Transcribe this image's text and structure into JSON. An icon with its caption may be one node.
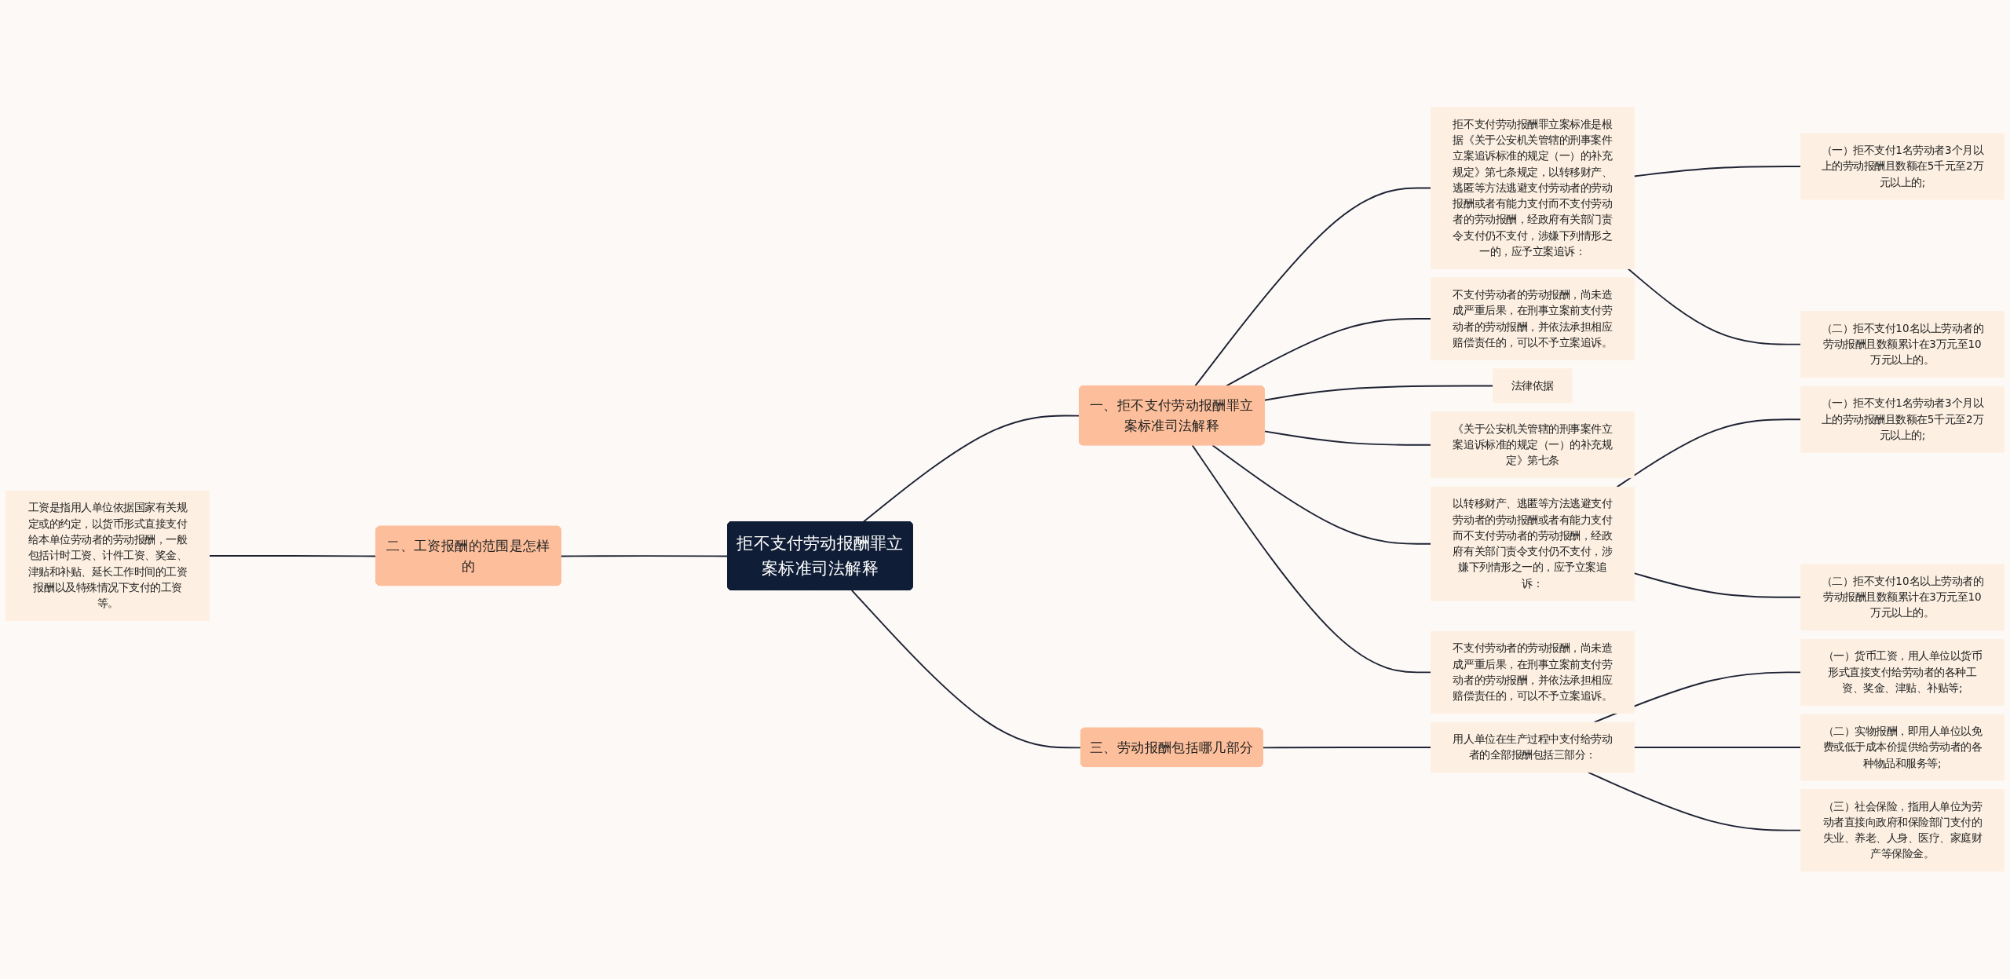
{
  "diagram": {
    "nodes": [
      {
        "text": [
          "拒不支付劳动报酬罪立案标准司法解释"
        ]
      },
      {
        "text": [
          "一、拒不支付劳动报酬罪立案标准司法解释"
        ]
      },
      {
        "text": [
          "拒不支付劳动报酬罪立案标准是根据《关于公安机关管辖的刑事案件立案追诉标准的规定（一）的补充规定》第七条规定，以转移财产、逃匿等方法逃避支付劳动者的劳动报酬或者有能力支付而不支付劳动者的劳动报酬，经政府有关部门责令支付仍不支付，涉嫌下列情形之一的，应予立案追诉："
        ]
      },
      {
        "text": [
          "（一）拒不支付1名劳动者3个月以上的劳动报酬且数额在5千元至2万元以上的;"
        ]
      },
      {
        "text": [
          "（二）拒不支付10名以上劳动者的劳动报酬且数额累计在3万元至10万元以上的。"
        ]
      },
      {
        "text": [
          "不支付劳动者的劳动报酬，尚未造成严重后果，在刑事立案前支付劳动者的劳动报酬，并依法承担相应赔偿责任的，可以不予立案追诉。"
        ]
      },
      {
        "text": [
          "法律依据"
        ]
      },
      {
        "text": [
          "《关于公安机关管辖的刑事案件立案追诉标准的规定（一）的补充规定》第七条"
        ]
      },
      {
        "text": [
          "以转移财产、逃匿等方法逃避支付劳动者的劳动报酬或者有能力支付而不支付劳动者的劳动报酬，经政府有关部门责令支付仍不支付，涉嫌下列情形之一的，应予立案追诉："
        ]
      },
      {
        "text": [
          "（一）拒不支付1名劳动者3个月以上的劳动报酬且数额在5千元至2万元以上的;"
        ]
      },
      {
        "text": [
          "（二）拒不支付10名以上劳动者的劳动报酬且数额累计在3万元至10万元以上的。"
        ]
      },
      {
        "text": [
          "不支付劳动者的劳动报酬，尚未造成严重后果，在刑事立案前支付劳动者的劳动报酬，并依法承担相应赔偿责任的，可以不予立案追诉。"
        ]
      },
      {
        "text": [
          "二、工资报酬的范围是怎样的"
        ]
      },
      {
        "text": [
          "工资是指用人单位依据国家有关规定或的约定，以货币形式直接支付给本单位劳动者的劳动报酬，一般包括计时工资、计件工资、奖金、津贴和补贴、延长工作时间的工资报酬以及特殊情况下支付的工资等。"
        ]
      },
      {
        "text": [
          "三、劳动报酬包括哪几部分"
        ]
      },
      {
        "text": [
          "用人单位在生产过程中支付给劳动者的全部报酬包括三部分："
        ]
      },
      {
        "text": [
          "（一）货币工资，用人单位以货币形式直接支付给劳动者的各种工资、奖金、津贴、补贴等;"
        ]
      },
      {
        "text": [
          "（二）实物报酬，即用人单位以免费或低于成本价提供给劳动者的各种物品和服务等;"
        ]
      },
      {
        "text": [
          "（三）社会保险，指用人单位为劳动者直接向政府和保险部门支付的失业、养老、人身、医疗、家庭财产等保险金。"
        ]
      }
    ],
    "edges": [
      {
        "from": 0,
        "to": 1,
        "arrow": "none"
      },
      {
        "from": 1,
        "to": 2,
        "arrow": "none"
      },
      {
        "from": 2,
        "to": 3,
        "arrow": "none"
      },
      {
        "from": 2,
        "to": 4,
        "arrow": "none"
      },
      {
        "from": 1,
        "to": 5,
        "arrow": "none"
      },
      {
        "from": 1,
        "to": 6,
        "arrow": "none"
      },
      {
        "from": 1,
        "to": 7,
        "arrow": "none"
      },
      {
        "from": 1,
        "to": 8,
        "arrow": "none"
      },
      {
        "from": 8,
        "to": 9,
        "arrow": "none"
      },
      {
        "from": 8,
        "to": 10,
        "arrow": "none"
      },
      {
        "from": 1,
        "to": 11,
        "arrow": "none"
      },
      {
        "from": 13,
        "to": 12,
        "arrow": "none"
      },
      {
        "from": 12,
        "to": 0,
        "arrow": "none"
      },
      {
        "from": 0,
        "to": 14,
        "arrow": "none"
      },
      {
        "from": 14,
        "to": 15,
        "arrow": "none"
      },
      {
        "from": 15,
        "to": 16,
        "arrow": "none"
      },
      {
        "from": 15,
        "to": 17,
        "arrow": "none"
      },
      {
        "from": 15,
        "to": 18,
        "arrow": "none"
      }
    ]
  }
}
